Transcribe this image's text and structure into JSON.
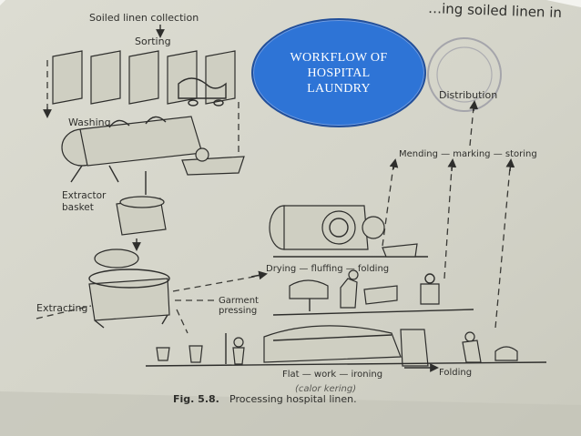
{
  "badge": {
    "lines": [
      "WORKFLOW OF",
      "HOSPITAL",
      "LAUNDRY"
    ],
    "color": "#2e74d6"
  },
  "page_header": "…ing  soiled  linen  in",
  "stages": {
    "collection": "Soiled linen collection",
    "sorting": "Sorting",
    "washing": "Washing",
    "extractor_basket_line1": "Extractor",
    "extractor_basket_line2": "basket",
    "extracting": "Extracting",
    "distribution": "Distribution",
    "mending": "Mending — marking — storing",
    "drying": "Drying — fluffing — folding",
    "garment_line1": "Garment",
    "garment_line2": "pressing",
    "flatwork": "Flat — work — ironing",
    "folding": "Folding",
    "handwritten_note": "(calor kering)"
  },
  "caption": {
    "label": "Fig. 5.8.",
    "text": "Processing hospital linen."
  },
  "colors": {
    "paper": "#d9d9cf",
    "ink": "#2e2e2c",
    "badge": "#2e74d6"
  }
}
